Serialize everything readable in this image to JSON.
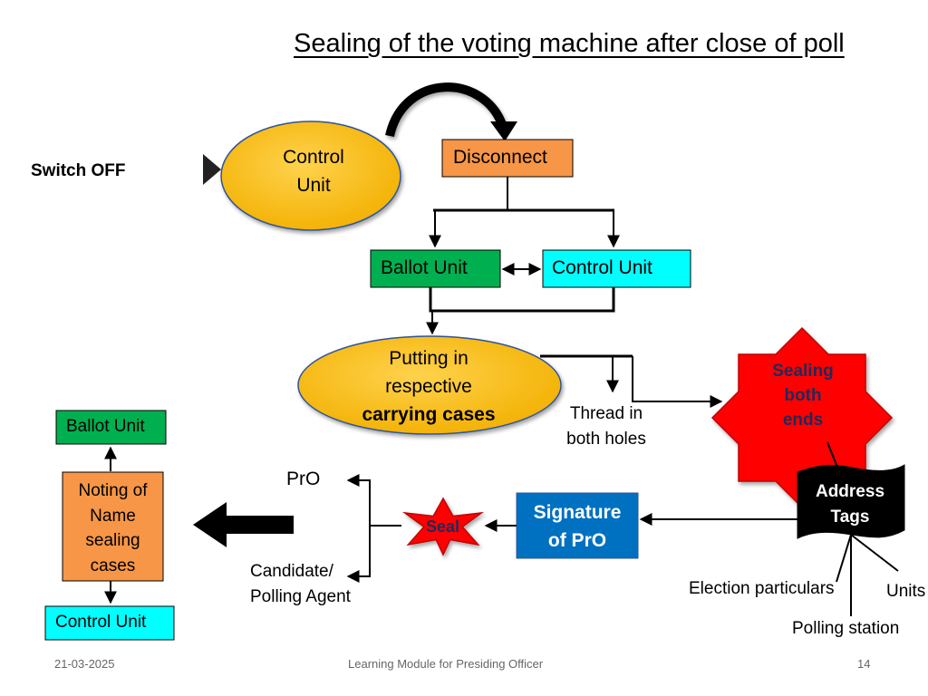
{
  "title": "Sealing of the voting machine after close of poll",
  "nodes": {
    "switch_off": "Switch OFF",
    "control_unit_top": [
      "Control",
      "Unit"
    ],
    "disconnect": "Disconnect",
    "ballot_unit": "Ballot Unit",
    "control_unit": "Control Unit",
    "putting_cases": [
      "Putting in",
      "respective",
      "carrying cases"
    ],
    "thread_holes": [
      "Thread in",
      "both holes"
    ],
    "sealing_ends": [
      "Sealing",
      "both",
      "ends"
    ],
    "address_tags": [
      "Address",
      "Tags"
    ],
    "election_particulars": "Election particulars",
    "units": "Units",
    "polling_station": "Polling station",
    "signature_pro": [
      "Signature",
      "of PrO"
    ],
    "seal": "Seal",
    "pro": "PrO",
    "candidate_agent": [
      "Candidate/",
      "Polling Agent"
    ],
    "noting_cases": [
      "Noting of",
      "Name",
      "sealing",
      "cases"
    ],
    "ballot_unit_left": "Ballot Unit",
    "control_unit_left": "Control Unit"
  },
  "colors": {
    "control_unit_ellipse": "#FFC000",
    "disconnect": "#F79646",
    "ballot_unit": "#00B050",
    "control_unit": "#00FFFF",
    "putting_ellipse": "#FFC000",
    "sealing_star": "#FF0000",
    "address_tags": "#000000",
    "signature": "#0070C0",
    "seal_star": "#FF0000",
    "noting": "#F79646"
  },
  "footer": {
    "date": "21-03-2025",
    "center": "Learning Module for Presiding Officer",
    "page": "14"
  }
}
